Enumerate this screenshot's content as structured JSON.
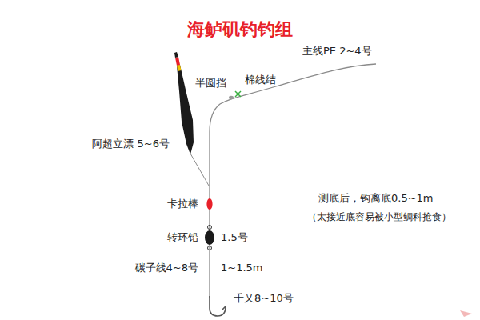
{
  "diagram": {
    "title": "海鲈矶钓钓组",
    "labels": [
      "主线PE 2~4号",
      "半圆挡",
      "棉线结",
      "阿超立漂 5~6号",
      "卡拉棒",
      "转环铅",
      "1.5号",
      "碳子线4~8号",
      "1~1.5m",
      "千又8~10号",
      "测底后，钩离底0.5~1m",
      "（太接近底容易被小型鲷科抢食）"
    ]
  }
}
